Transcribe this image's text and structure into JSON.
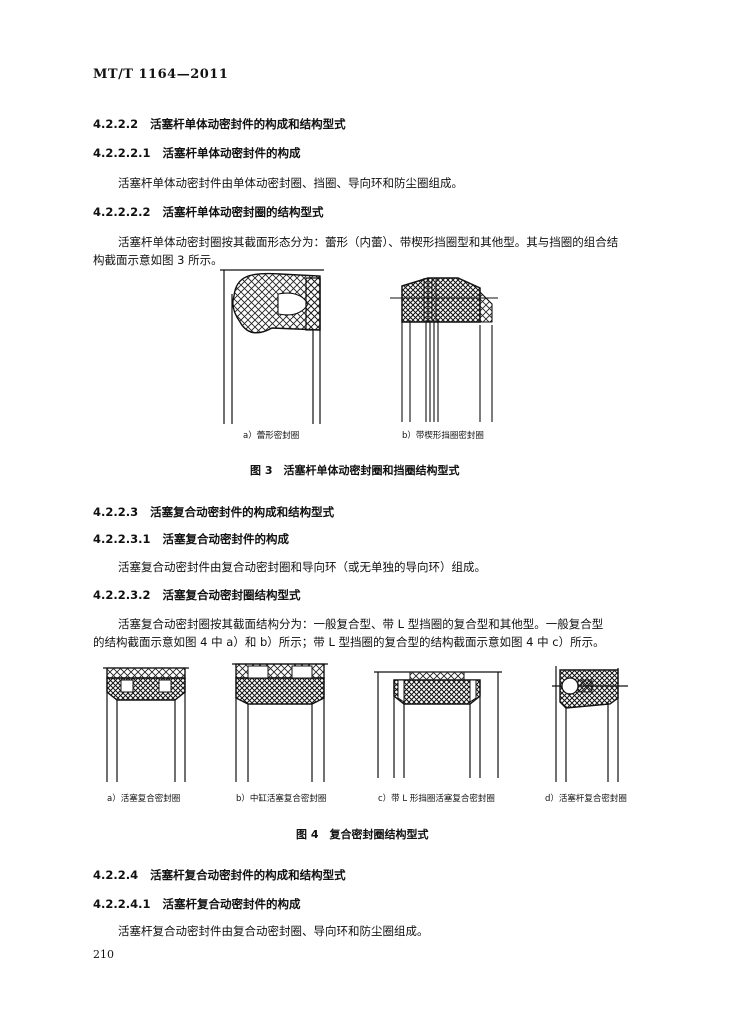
{
  "header": {
    "standard_code": "MT/T 1164—2011"
  },
  "sections": {
    "s1": {
      "num": "4.2.2.2",
      "title": "活塞杆单体动密封件的构成和结构型式"
    },
    "s2": {
      "num": "4.2.2.2.1",
      "title": "活塞杆单体动密封件的构成"
    },
    "p1": "活塞杆单体动密封件由单体动密封圈、挡圈、导向环和防尘圈组成。",
    "s3": {
      "num": "4.2.2.2.2",
      "title": "活塞杆单体动密封圈的结构型式"
    },
    "p2_line1": "活塞杆单体动密封圈按其截面形态分为：蕾形（内蕾）、带楔形挡圈型和其他型。其与挡圈的组合结",
    "p2_line2": "构截面示意如图 3 所示。",
    "s4": {
      "num": "4.2.2.3",
      "title": "活塞复合动密封件的构成和结构型式"
    },
    "s5": {
      "num": "4.2.2.3.1",
      "title": "活塞复合动密封件的构成"
    },
    "p3": "活塞复合动密封件由复合动密封圈和导向环（或无单独的导向环）组成。",
    "s6": {
      "num": "4.2.2.3.2",
      "title": "活塞复合动密封圈结构型式"
    },
    "p4_line1": "活塞复合动密封圈按其截面结构分为：一般复合型、带 L 型挡圈的复合型和其他型。一般复合型",
    "p4_line2": "的结构截面示意如图 4 中 a）和 b）所示；带 L 型挡圈的复合型的结构截面示意如图 4 中 c）所示。",
    "s7": {
      "num": "4.2.2.4",
      "title": "活塞杆复合动密封件的构成和结构型式"
    },
    "s8": {
      "num": "4.2.2.4.1",
      "title": "活塞杆复合动密封件的构成"
    },
    "p5": "活塞杆复合动密封件由复合动密封圈、导向环和防尘圈组成。"
  },
  "figure3": {
    "cap_a": "a）蕾形密封圈",
    "cap_b": "b）带楔形挡圈密封圈",
    "title": "图 3　活塞杆单体动密封圈和挡圈结构型式"
  },
  "figure4": {
    "cap_a": "a）活塞复合密封圈",
    "cap_b": "b）中缸活塞复合密封圈",
    "cap_c": "c）带 L 形挡圈活塞复合密封圈",
    "cap_d": "d）活塞杆复合密封圈",
    "title": "图 4　复合密封圈结构型式"
  },
  "footer": {
    "page_number": "210"
  }
}
